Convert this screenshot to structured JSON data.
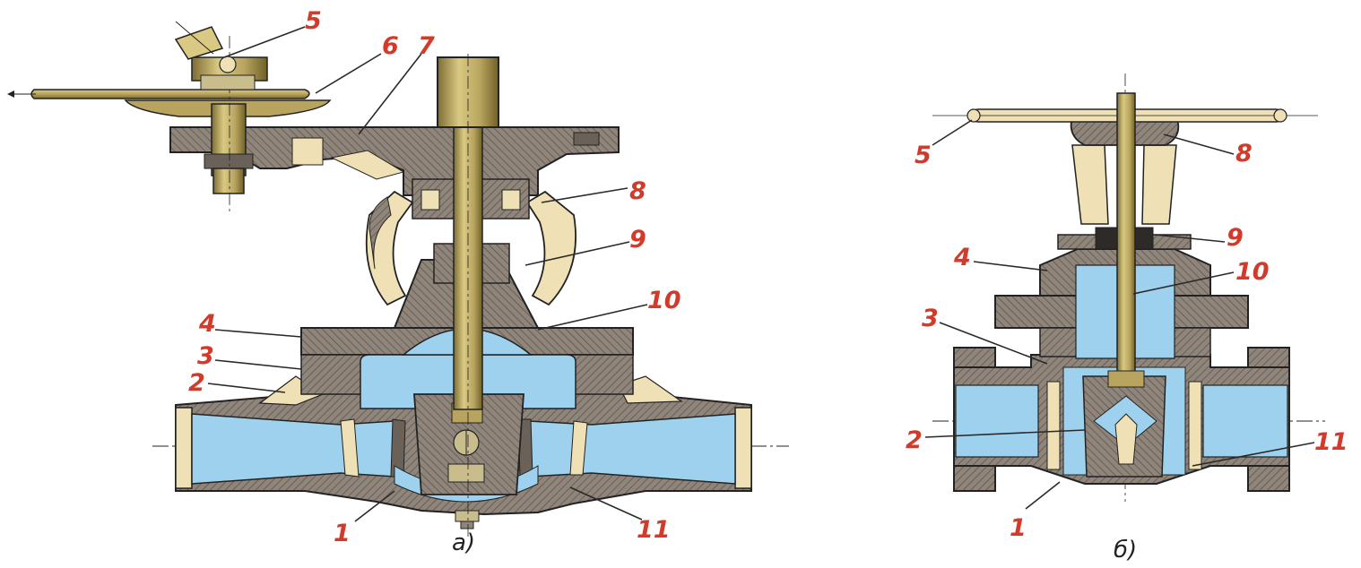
{
  "colors": {
    "body": "#8f857b",
    "body_dark": "#5e554d",
    "fluid": "#9dd1ee",
    "brass": "#b8a45e",
    "brass_dark": "#7d6c33",
    "cream": "#efe0b5",
    "label": "#d23a2a",
    "leader": "#2a2a2a",
    "outline": "#222222"
  },
  "figures": [
    {
      "caption": "а)",
      "callouts": [
        "5",
        "6",
        "7",
        "8",
        "9",
        "10",
        "4",
        "3",
        "2",
        "1",
        "11"
      ]
    },
    {
      "caption": "б)",
      "callouts": [
        "5",
        "8",
        "9",
        "4",
        "10",
        "3",
        "2",
        "11",
        "1"
      ]
    }
  ]
}
